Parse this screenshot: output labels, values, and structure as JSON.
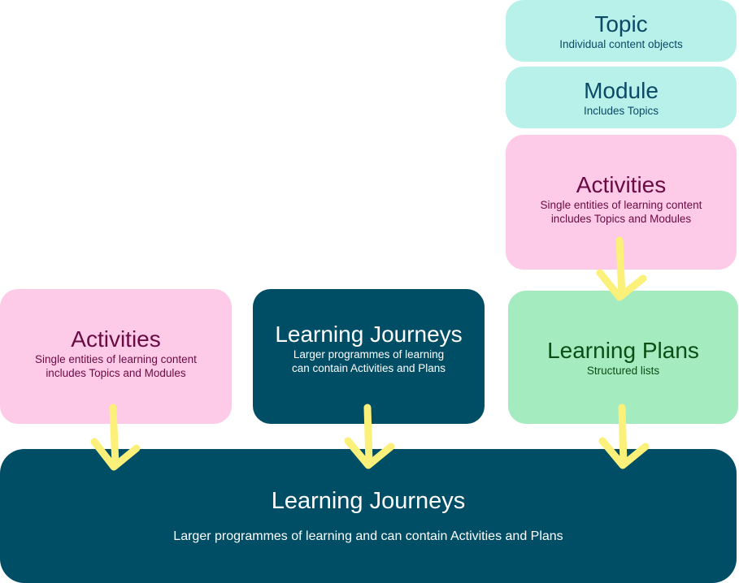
{
  "boxes": {
    "topic": {
      "title": "Topic",
      "subtitle": "Individual content objects"
    },
    "module": {
      "title": "Module",
      "subtitle": "Includes Topics"
    },
    "activities_right": {
      "title": "Activities",
      "subtitle": "Single entities of learning content\nincludes Topics and Modules"
    },
    "activities_left": {
      "title": "Activities",
      "subtitle": "Single entities of learning content\nincludes Topics and Modules"
    },
    "learning_journeys_mid": {
      "title": "Learning Journeys",
      "subtitle": "Larger programmes of learning\ncan contain Activities and Plans"
    },
    "learning_plans": {
      "title": "Learning Plans",
      "subtitle": "Structured lists"
    },
    "learning_journeys_bottom": {
      "title": "Learning Journeys",
      "subtitle": "Larger programmes of learning and can contain Activities and Plans"
    }
  },
  "colors": {
    "cyan": "#b8f0ea",
    "pink": "#fdcbe7",
    "green": "#a4ebc0",
    "navy": "#004d66",
    "arrow": "#fbf07a"
  }
}
